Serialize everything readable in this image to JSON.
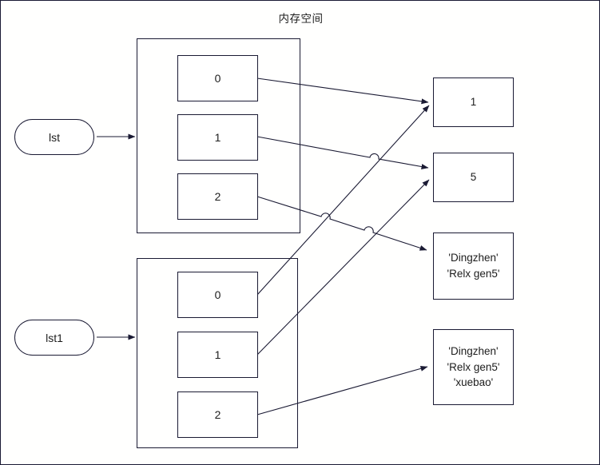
{
  "diagram": {
    "title": "内存空间",
    "type": "memory-reference-diagram",
    "stroke_color": "#1a1a33",
    "background": "#ffffff"
  },
  "variables": [
    {
      "name": "lst",
      "label": "lst"
    },
    {
      "name": "lst1",
      "label": "lst1"
    }
  ],
  "containers": [
    {
      "name": "lst-list-container",
      "owner": "lst",
      "cells": [
        {
          "index": "0"
        },
        {
          "index": "1"
        },
        {
          "index": "2"
        }
      ]
    },
    {
      "name": "lst1-list-container",
      "owner": "lst1",
      "cells": [
        {
          "index": "0"
        },
        {
          "index": "1"
        },
        {
          "index": "2"
        }
      ]
    }
  ],
  "values": [
    {
      "name": "value-int-1",
      "lines": [
        "1"
      ]
    },
    {
      "name": "value-int-5",
      "lines": [
        "5"
      ]
    },
    {
      "name": "value-list-two",
      "lines": [
        "'Dingzhen'",
        "'Relx gen5'"
      ]
    },
    {
      "name": "value-list-three",
      "lines": [
        "'Dingzhen'",
        "'Relx gen5'",
        "'xuebao'"
      ]
    }
  ],
  "edges": [
    {
      "name": "edge-lst-to-container",
      "from": "lst",
      "to": "lst-list-container"
    },
    {
      "name": "edge-lst1-to-container",
      "from": "lst1",
      "to": "lst1-list-container"
    },
    {
      "name": "edge-lst-0-to-int-1",
      "from": "lst[0]",
      "to": "value-int-1"
    },
    {
      "name": "edge-lst-1-to-int-5",
      "from": "lst[1]",
      "to": "value-int-5"
    },
    {
      "name": "edge-lst-2-to-list-two",
      "from": "lst[2]",
      "to": "value-list-two"
    },
    {
      "name": "edge-lst1-0-to-int-1",
      "from": "lst1[0]",
      "to": "value-int-1"
    },
    {
      "name": "edge-lst1-1-to-int-5",
      "from": "lst1[1]",
      "to": "value-int-5"
    },
    {
      "name": "edge-lst1-2-to-list-three",
      "from": "lst1[2]",
      "to": "value-list-three"
    }
  ]
}
